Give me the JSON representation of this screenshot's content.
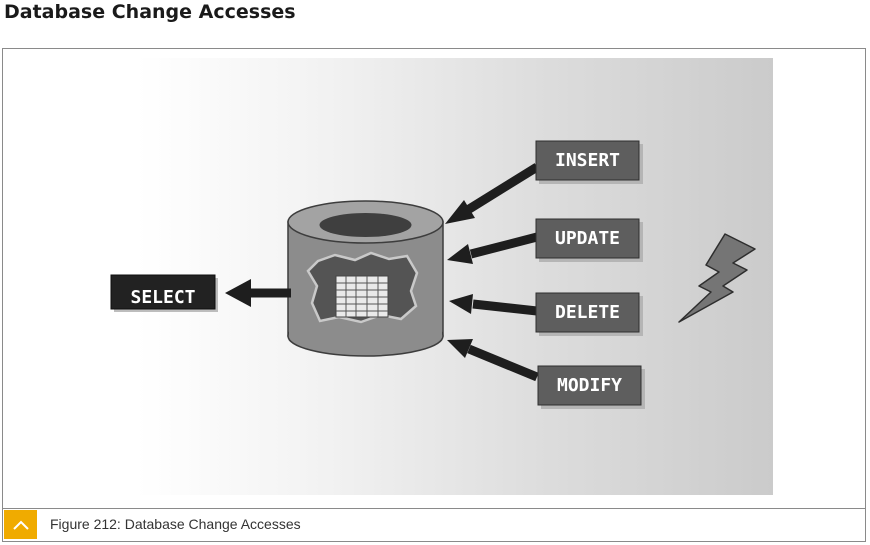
{
  "page": {
    "title": "Database Change Accesses"
  },
  "diagram": {
    "commands": {
      "select": "SELECT",
      "insert": "INSERT",
      "update": "UPDATE",
      "delete": "DELETE",
      "modify": "MODIFY"
    },
    "icons": [
      "database-cylinder-icon",
      "lightning-bolt-icon",
      "table-grid-icon"
    ],
    "colors": {
      "box_fill": "#5e5e5e",
      "select_fill": "#222222",
      "arrow": "#1e1e1e",
      "cylinder": "#8c8c8c",
      "label_text": "#ffffff"
    }
  },
  "caption": {
    "text": "Figure 212: Database Change Accesses"
  },
  "colors": {
    "accent": "#f0ab00"
  }
}
